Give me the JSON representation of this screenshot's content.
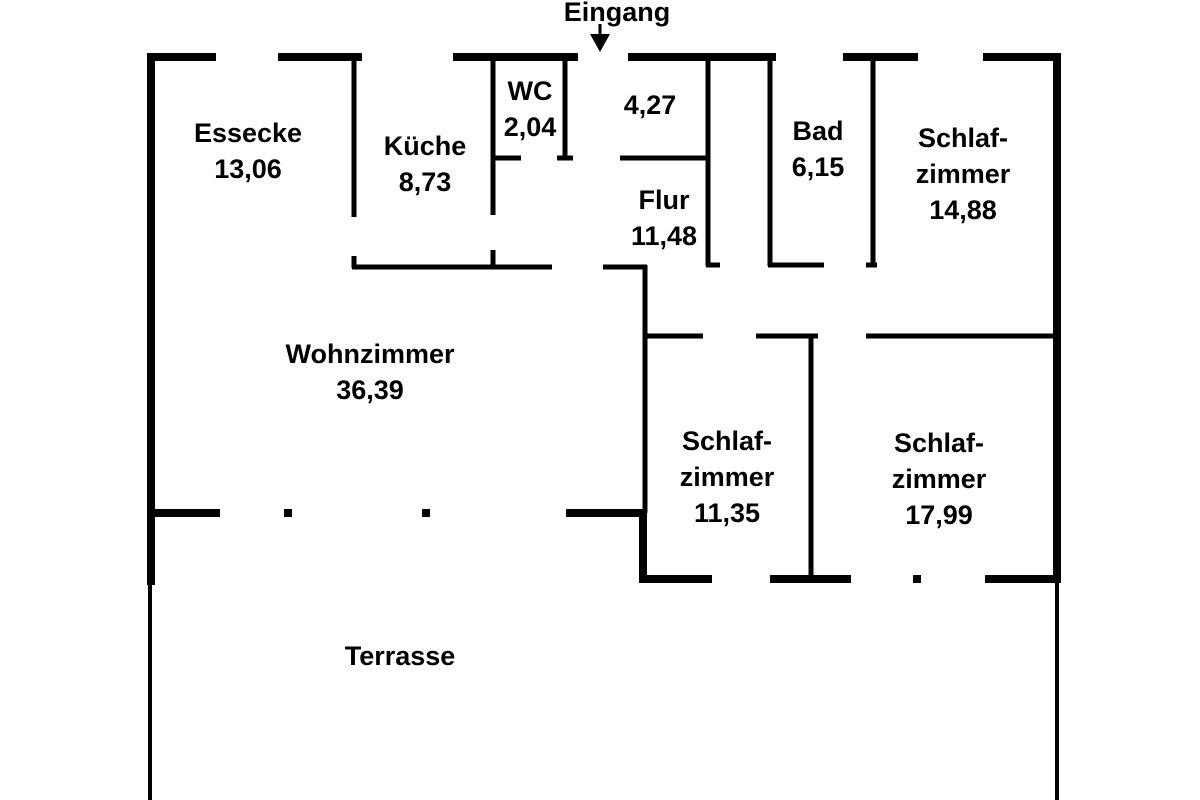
{
  "plan": {
    "entrance": "Eingang",
    "rooms": {
      "essecke": {
        "name": "Essecke",
        "area": "13,06"
      },
      "kueche": {
        "name": "Küche",
        "area": "8,73"
      },
      "wc": {
        "name": "WC",
        "area": "2,04"
      },
      "vorraum": {
        "area": "4,27"
      },
      "flur": {
        "name": "Flur",
        "area": "11,48"
      },
      "bad": {
        "name": "Bad",
        "area": "6,15"
      },
      "schlaf1": {
        "name1": "Schlaf-",
        "name2": "zimmer",
        "area": "14,88"
      },
      "wohnen": {
        "name": "Wohnzimmer",
        "area": "36,39"
      },
      "schlaf2": {
        "name1": "Schlaf-",
        "name2": "zimmer",
        "area": "11,35"
      },
      "schlaf3": {
        "name1": "Schlaf-",
        "name2": "zimmer",
        "area": "17,99"
      },
      "terrasse": {
        "name": "Terrasse"
      }
    }
  }
}
